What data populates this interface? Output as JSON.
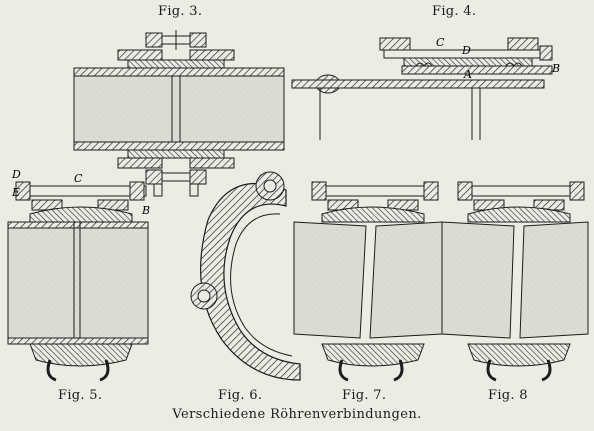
{
  "figures": {
    "fig3": "Fig. 3.",
    "fig4": "Fig. 4.",
    "fig5": "Fig. 5.",
    "fig6": "Fig. 6.",
    "fig7": "Fig. 7.",
    "fig8": "Fig. 8"
  },
  "caption": "Verschiedene Röhrenverbindungen.",
  "part_letters": {
    "fig4": [
      "C",
      "D",
      "B",
      "A"
    ],
    "fig5": [
      "D",
      "E",
      "C",
      "B"
    ]
  },
  "colors": {
    "paper": "#ecebe4",
    "ink": "#1c1c1c",
    "hatch": "#3a3a3a",
    "pipe_fill": "#dcdcd4"
  }
}
